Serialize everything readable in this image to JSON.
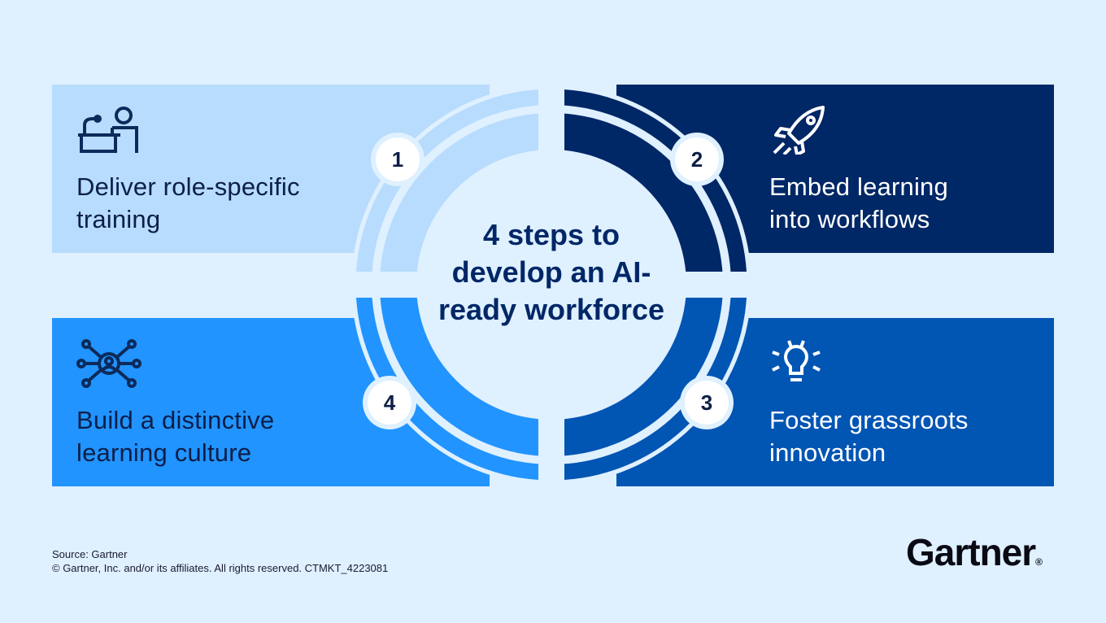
{
  "center_title": "4 steps to develop an AI-ready workforce",
  "steps": [
    {
      "number": "1",
      "label_line1": "Deliver role-specific",
      "label_line2": "training",
      "icon": "presenter-podium-icon",
      "color": "#b7dcfd"
    },
    {
      "number": "2",
      "label_line1": "Embed learning",
      "label_line2": "into workflows",
      "icon": "rocket-icon",
      "color": "#002766"
    },
    {
      "number": "3",
      "label_line1": "Foster grassroots",
      "label_line2": "innovation",
      "icon": "lightbulb-icon",
      "color": "#0155b3"
    },
    {
      "number": "4",
      "label_line1": "Build a distinctive",
      "label_line2": "learning culture",
      "icon": "network-person-icon",
      "color": "#2194ff"
    }
  ],
  "footer": {
    "source": "Source: Gartner",
    "copyright": "© Gartner, Inc. and/or its affiliates. All rights reserved. CTMKT_4223081"
  },
  "logo": {
    "text": "Gartner",
    "mark": "®"
  }
}
